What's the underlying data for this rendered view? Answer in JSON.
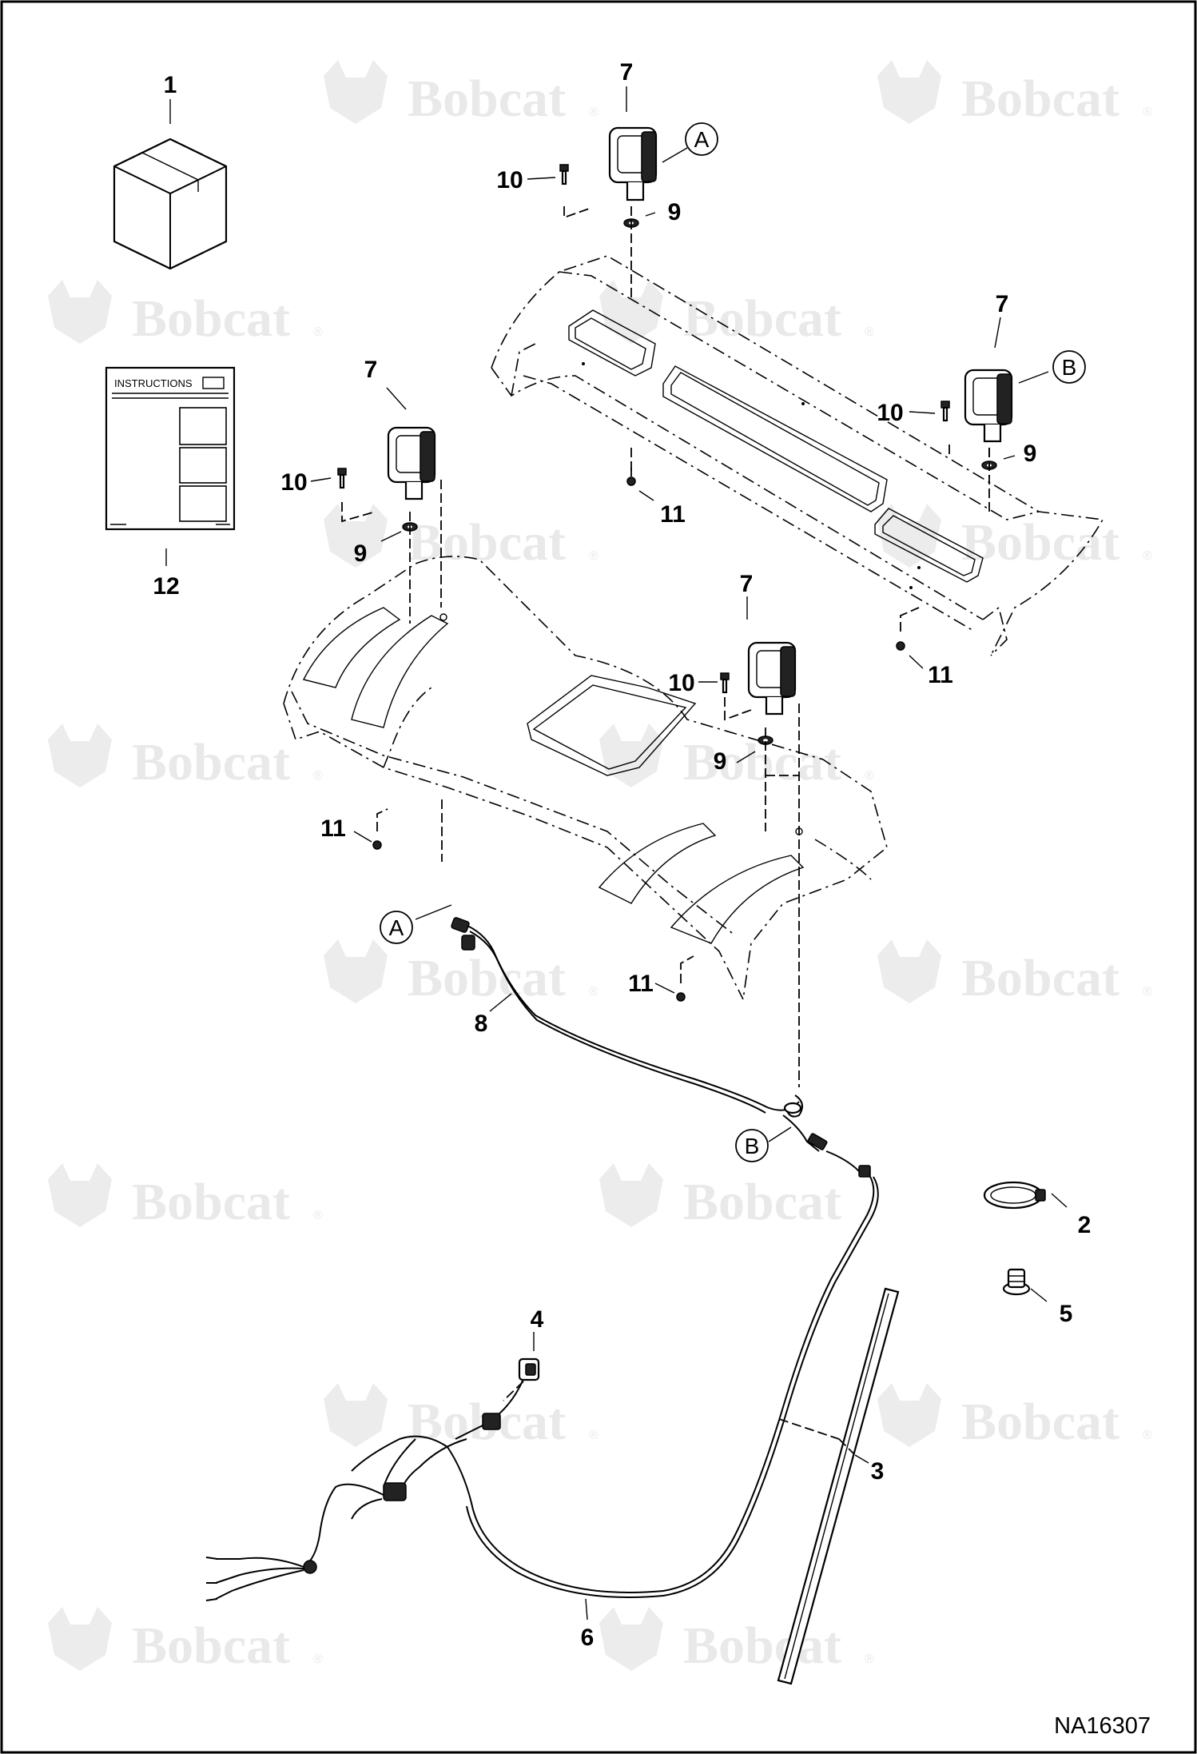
{
  "watermark": {
    "brand": "Bobcat",
    "registered_mark": "®"
  },
  "callouts": {
    "box": "1",
    "cable_tie": "2",
    "edge_trim": "3",
    "switch": "4",
    "fastener": "5",
    "main_harness": "6",
    "light": "7",
    "light_harness": "8",
    "washer": "9",
    "bolt": "10",
    "nut": "11",
    "instructions": "12"
  },
  "connectors": {
    "a": "A",
    "b": "B"
  },
  "instructions_sheet": {
    "title": "INSTRUCTIONS"
  },
  "drawing_number": "NA16307"
}
